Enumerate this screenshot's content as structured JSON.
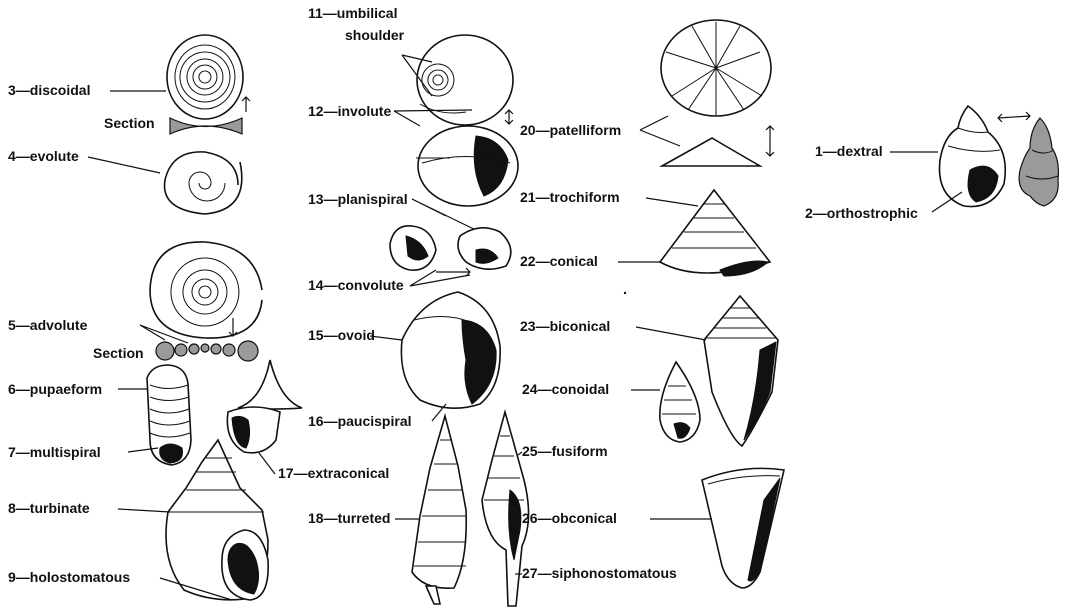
{
  "labels": {
    "l1": "1—dextral",
    "l2": "2—orthostrophic",
    "l3": "3—discoidal",
    "l3s": "Section",
    "l4": "4—evolute",
    "l5": "5—advolute",
    "l5s": "Section",
    "l6": "6—pupaeform",
    "l7": "7—multispiral",
    "l8": "8—turbinate",
    "l9": "9—holostomatous",
    "l11a": "11—umbilical",
    "l11b": "shoulder",
    "l12": "12—involute",
    "l13": "13—planispiral",
    "l14": "14—convolute",
    "l15": "15—ovoid",
    "l16": "16—paucispiral",
    "l17": "17—extraconical",
    "l18": "18—turreted",
    "l20": "20—patelliform",
    "l21": "21—trochiform",
    "l22": "22—conical",
    "l23": "23—biconical",
    "l24": "24—conoidal",
    "l25": "25—fusiform",
    "l26": "26—obconical",
    "l27": "27—siphonostomatous"
  }
}
